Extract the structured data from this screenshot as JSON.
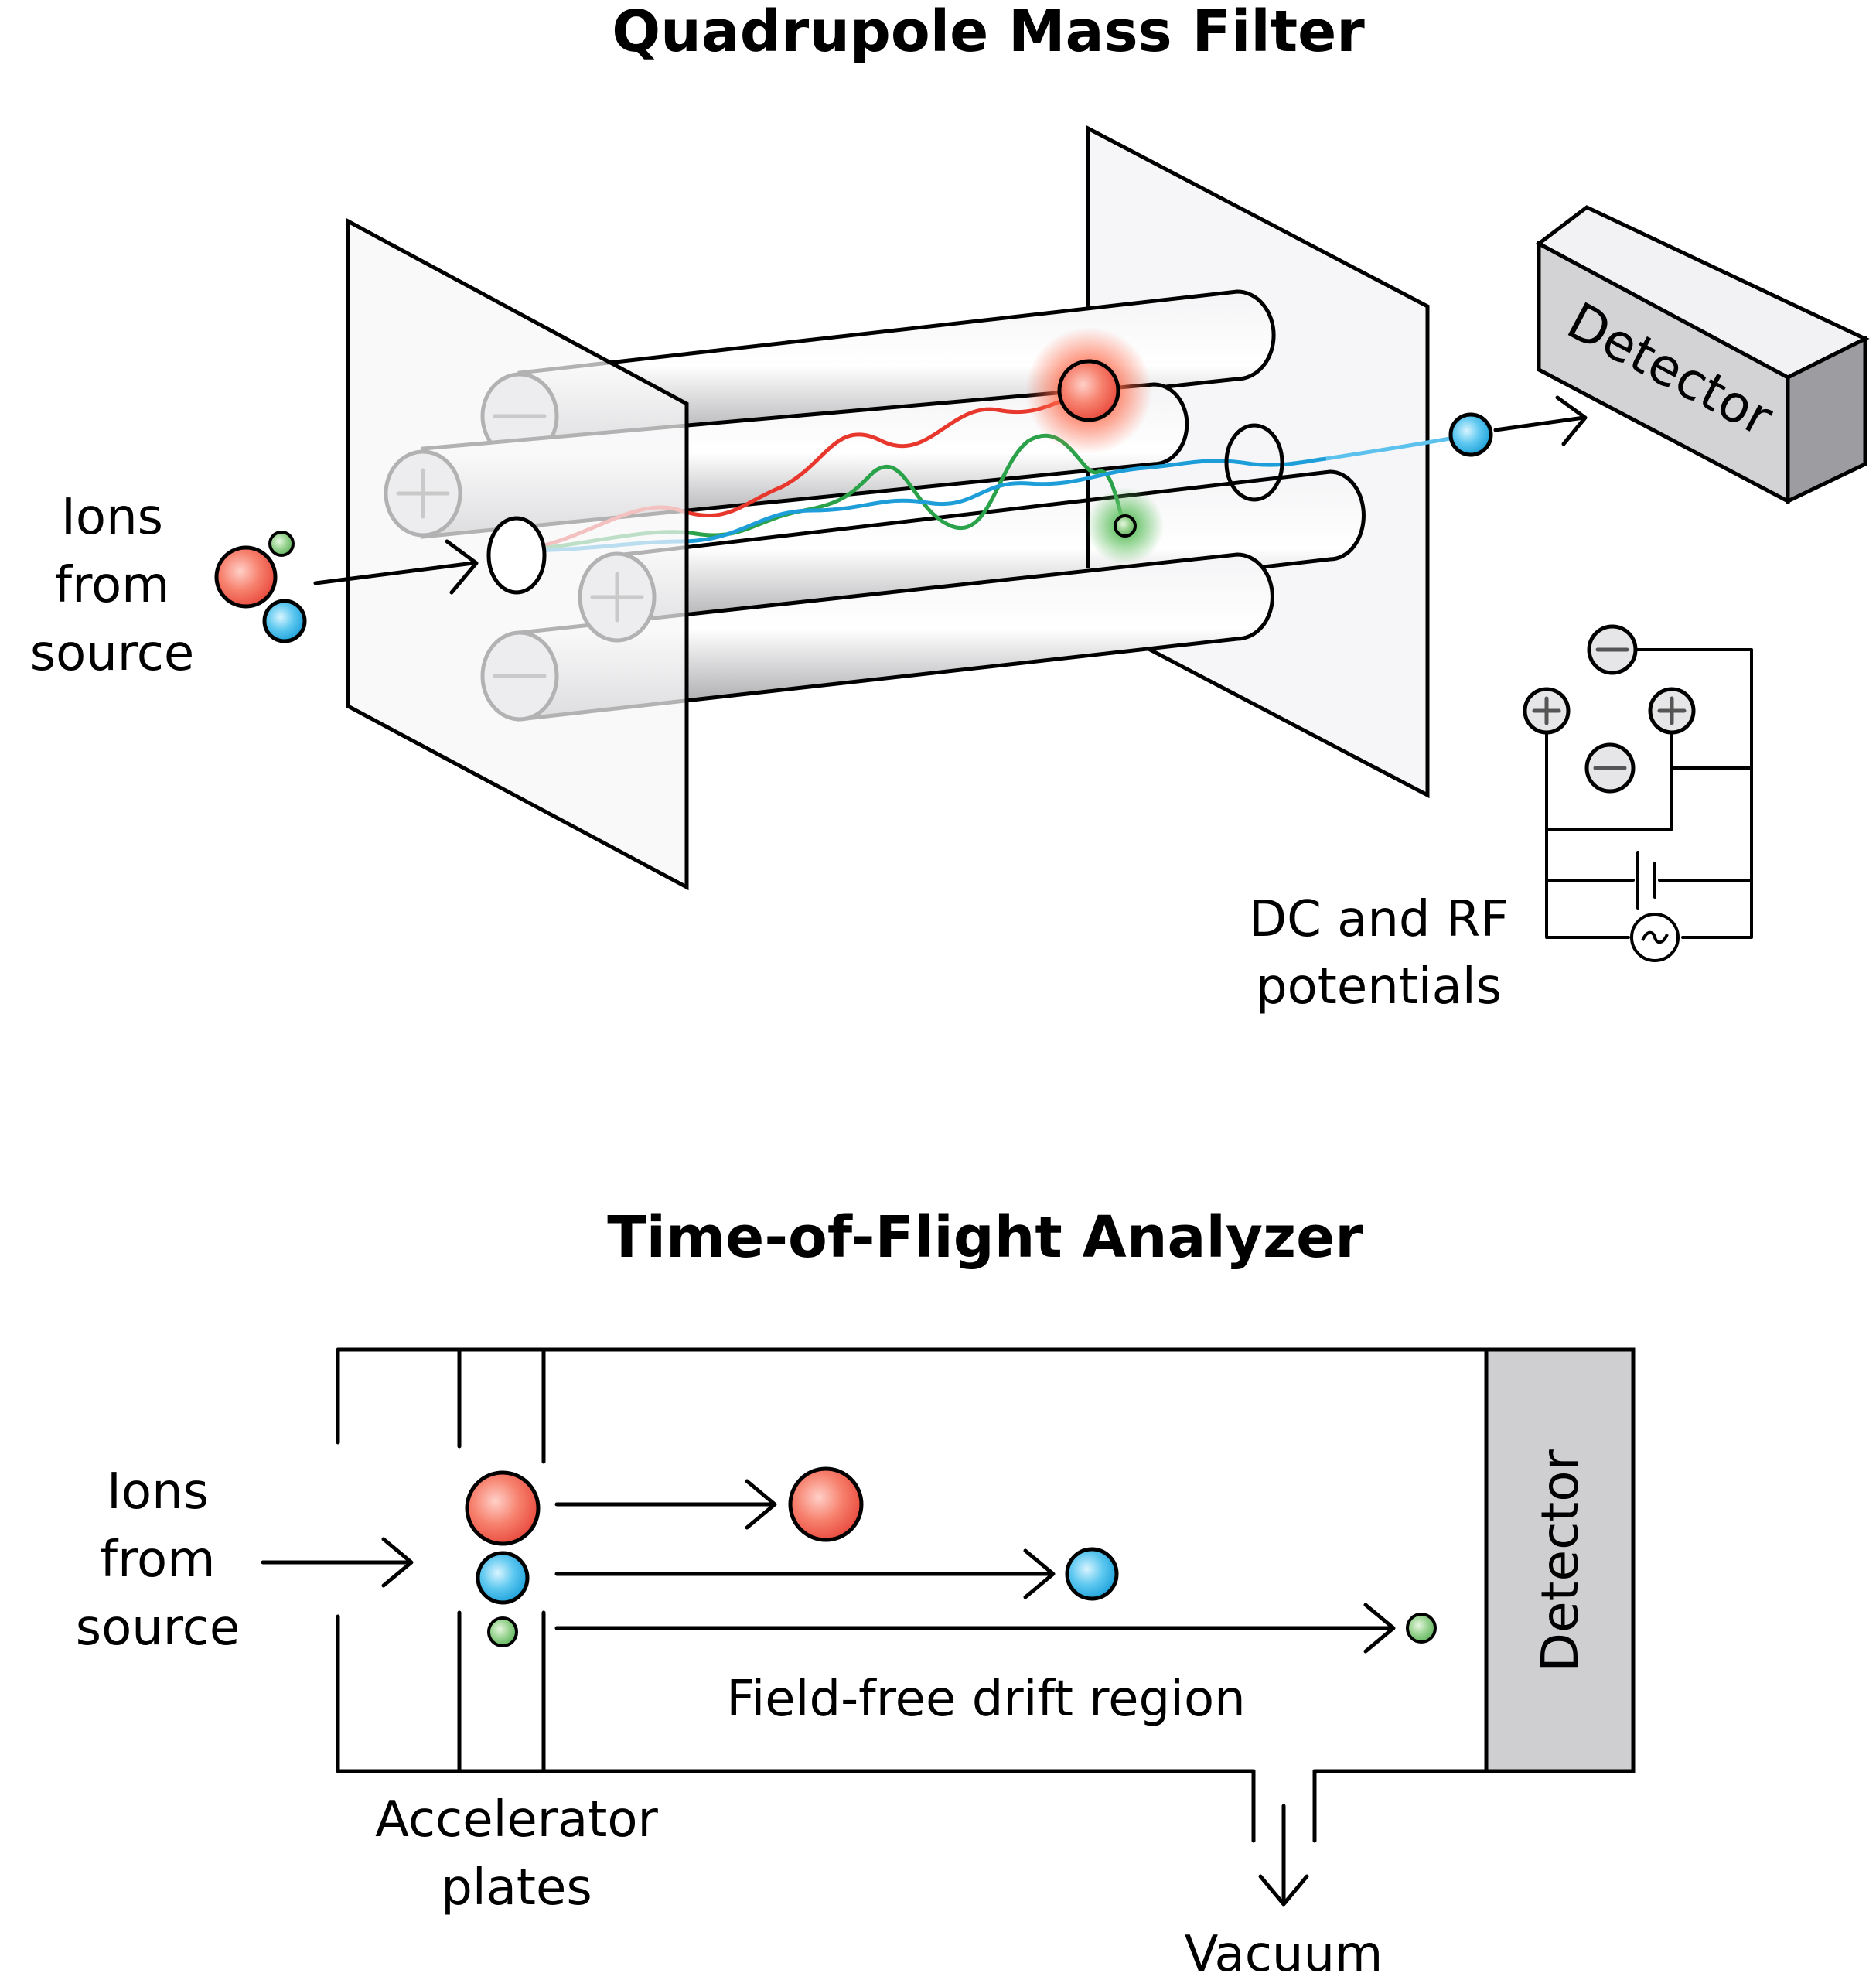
{
  "quadrupole": {
    "title": "Quadrupole Mass Filter",
    "ions_label": [
      "Ions",
      "from",
      "source"
    ],
    "detector_label": "Detector",
    "potentials_label": [
      "DC and RF",
      "potentials"
    ]
  },
  "tof": {
    "title": "Time-of-Flight Analyzer",
    "ions_label": [
      "Ions",
      "from",
      "source"
    ],
    "detector_label": "Detector",
    "drift_label": "Field-free drift region",
    "accelerator_label": [
      "Accelerator",
      "plates"
    ],
    "vacuum_label": "Vacuum"
  },
  "colors": {
    "ion_large": "#f26d5e",
    "ion_medium": "#33b5e8",
    "ion_small": "#7dc67a",
    "rod_fill": "#d6d6d8",
    "detector_fill": "#cfcfd1"
  }
}
